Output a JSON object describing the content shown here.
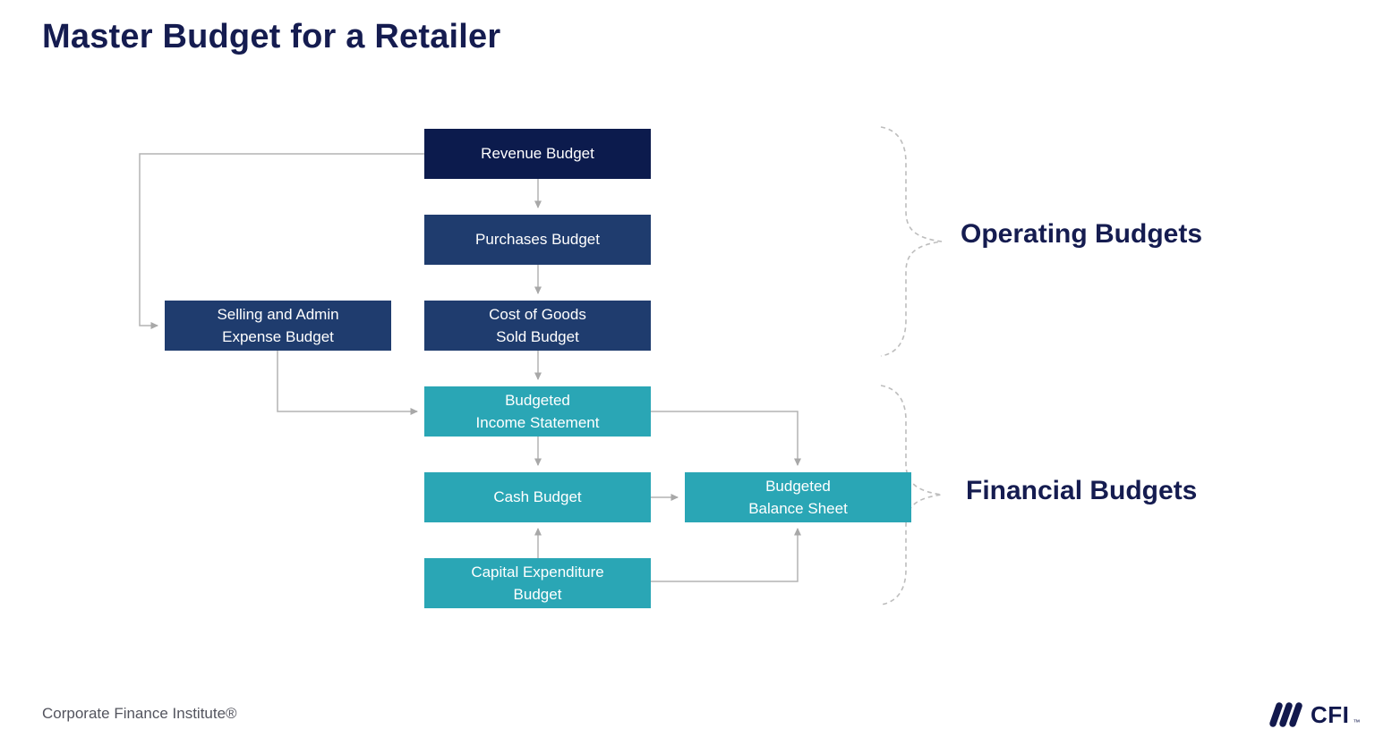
{
  "title": "Master Budget for a Retailer",
  "nodes": {
    "revenue": {
      "label": "Revenue Budget"
    },
    "purchases": {
      "label": "Purchases Budget"
    },
    "selling": {
      "label": "Selling and Admin\nExpense Budget"
    },
    "cogs": {
      "label": "Cost of Goods\nSold Budget"
    },
    "income": {
      "label": "Budgeted\nIncome Statement"
    },
    "cash": {
      "label": "Cash Budget"
    },
    "balance": {
      "label": "Budgeted\nBalance Sheet"
    },
    "capex": {
      "label": "Capital Expenditure\nBudget"
    }
  },
  "edges": [
    {
      "from": "revenue",
      "to": "selling"
    },
    {
      "from": "revenue",
      "to": "purchases"
    },
    {
      "from": "purchases",
      "to": "cogs"
    },
    {
      "from": "cogs",
      "to": "income"
    },
    {
      "from": "selling",
      "to": "income"
    },
    {
      "from": "income",
      "to": "cash"
    },
    {
      "from": "income",
      "to": "balance"
    },
    {
      "from": "cash",
      "to": "balance"
    },
    {
      "from": "capex",
      "to": "cash"
    },
    {
      "from": "capex",
      "to": "balance"
    }
  ],
  "groups": {
    "operating": {
      "label": "Operating Budgets"
    },
    "financial": {
      "label": "Financial Budgets"
    }
  },
  "footer": {
    "brand": "Corporate Finance Institute®",
    "logo_text": "CFI",
    "logo_tm": "™"
  },
  "colors": {
    "node_dark_navy": "#0c1b4d",
    "node_navy": "#1f3c6e",
    "node_teal": "#2aa6b5",
    "heading_navy": "#151c50",
    "connector_gray": "#b3b3b3",
    "brace_gray": "#bdbdbd",
    "footer_gray": "#53545e",
    "node_text": "#ffffff"
  }
}
